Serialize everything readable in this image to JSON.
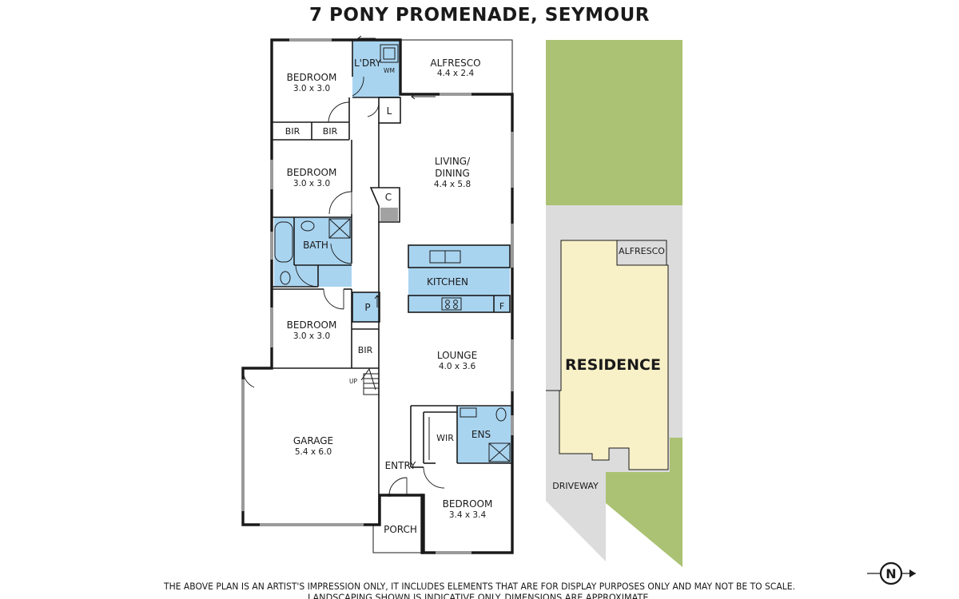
{
  "title": "7 PONY PROMENADE, SEYMOUR",
  "rooms": {
    "bedroom1": {
      "name": "BEDROOM",
      "dim": "3.0 x 3.0"
    },
    "laundry": {
      "name": "L'DRY",
      "wm": "WM"
    },
    "alfresco": {
      "name": "ALFRESCO",
      "dim": "4.4 x 2.4"
    },
    "linen": {
      "name": "L"
    },
    "bir1": {
      "name": "BIR"
    },
    "bir2": {
      "name": "BIR"
    },
    "bedroom2": {
      "name": "BEDROOM",
      "dim": "3.0 x 3.0"
    },
    "living": {
      "name1": "LIVING/",
      "name2": "DINING",
      "dim": "4.4 x 5.8"
    },
    "cupboard": {
      "name": "C"
    },
    "bath": {
      "name": "BATH"
    },
    "kitchen": {
      "name": "KITCHEN",
      "fridge": "F"
    },
    "pantry": {
      "name": "P"
    },
    "bedroom3": {
      "name": "BEDROOM",
      "dim": "3.0 x 3.0"
    },
    "bir3": {
      "name": "BIR"
    },
    "lounge": {
      "name": "LOUNGE",
      "dim": "4.0 x 3.6"
    },
    "stairs": {
      "name": "UP"
    },
    "garage": {
      "name": "GARAGE",
      "dim": "5.4 x 6.0"
    },
    "wir": {
      "name": "WIR"
    },
    "ens": {
      "name": "ENS"
    },
    "entry": {
      "name": "ENTRY"
    },
    "bedroom4": {
      "name": "BEDROOM",
      "dim": "3.4 x 3.4"
    },
    "porch": {
      "name": "PORCH"
    }
  },
  "site": {
    "residence": "RESIDENCE",
    "alfresco": "ALFRESCO",
    "driveway": "DRIVEWAY",
    "lawn_color": "#abc274",
    "paving_color": "#dcdcdc",
    "residence_color": "#f8f0c7"
  },
  "north": {
    "letter": "N"
  },
  "disclaimer": {
    "line1": "THE ABOVE PLAN IS AN ARTIST'S IMPRESSION ONLY, IT INCLUDES ELEMENTS THAT ARE FOR DISPLAY PURPOSES ONLY AND MAY NOT BE TO SCALE.",
    "line2": "LANDSCAPING SHOWN IS INDICATIVE ONLY. DIMENSIONS ARE APPROXIMATE."
  },
  "colors": {
    "wet_area": "#a9d4f0",
    "wall": "#1a1a1a",
    "window": "#9a9a9a"
  }
}
